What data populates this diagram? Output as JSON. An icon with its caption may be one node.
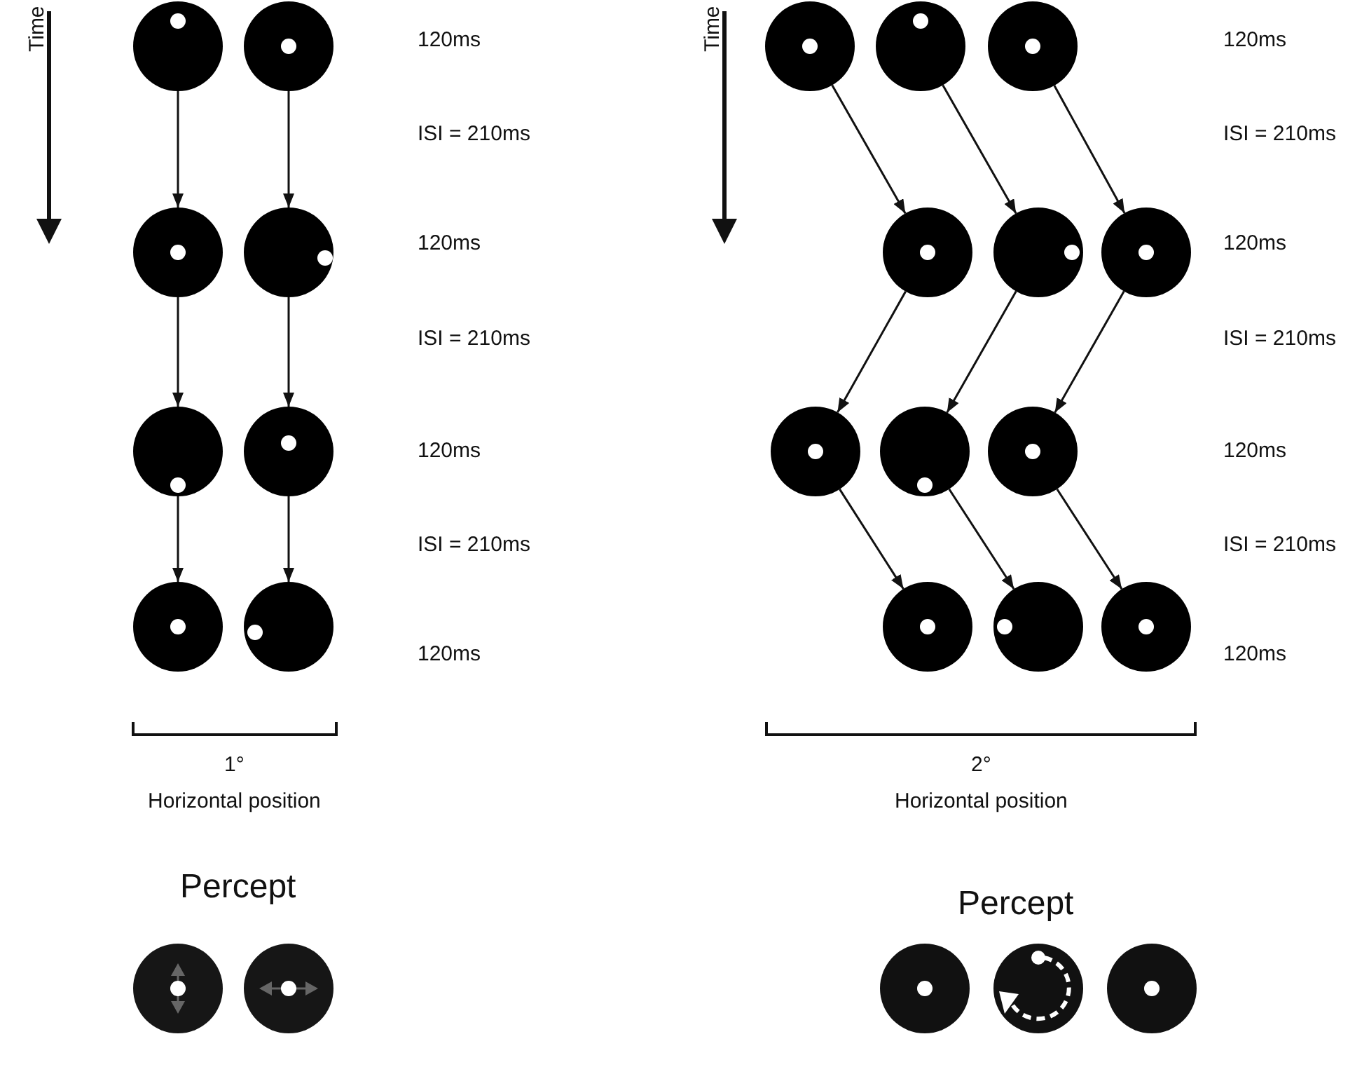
{
  "diagram": {
    "nodes": [
      {
        "text": [],
        "shape": "circle"
      },
      {
        "text": [],
        "shape": "circle"
      },
      {
        "text": [],
        "shape": "circle"
      },
      {
        "text": [],
        "shape": "circle"
      },
      {
        "text": [],
        "shape": "circle"
      },
      {
        "text": [],
        "shape": "circle"
      },
      {
        "text": [],
        "shape": "circle"
      },
      {
        "text": [],
        "shape": "circle"
      },
      {
        "text": [],
        "shape": "circle"
      },
      {
        "text": [],
        "shape": "circle"
      },
      {
        "text": [],
        "shape": "circle"
      },
      {
        "text": [],
        "shape": "circle"
      },
      {
        "text": [],
        "shape": "circle"
      },
      {
        "text": [],
        "shape": "circle"
      },
      {
        "text": [],
        "shape": "circle"
      },
      {
        "text": [],
        "shape": "circle"
      },
      {
        "text": [],
        "shape": "circle"
      },
      {
        "text": [],
        "shape": "circle"
      },
      {
        "text": [],
        "shape": "circle"
      },
      {
        "text": [],
        "shape": "circle"
      },
      {
        "text": [],
        "shape": "circle"
      },
      {
        "text": [],
        "shape": "circle"
      },
      {
        "text": [],
        "shape": "circle"
      },
      {
        "text": [],
        "shape": "circle"
      },
      {
        "text": [],
        "shape": "circle"
      }
    ],
    "edges": [
      {
        "from": 0,
        "to": 2,
        "arrow": "to"
      },
      {
        "from": 1,
        "to": 3,
        "arrow": "to"
      },
      {
        "from": 2,
        "to": 4,
        "arrow": "to"
      },
      {
        "from": 3,
        "to": 5,
        "arrow": "to"
      },
      {
        "from": 4,
        "to": 6,
        "arrow": "to"
      },
      {
        "from": 5,
        "to": 7,
        "arrow": "to"
      },
      {
        "from": 8,
        "to": 11,
        "arrow": "to"
      },
      {
        "from": 9,
        "to": 12,
        "arrow": "to"
      },
      {
        "from": 10,
        "to": 13,
        "arrow": "to"
      },
      {
        "from": 11,
        "to": 14,
        "arrow": "to"
      },
      {
        "from": 12,
        "to": 15,
        "arrow": "to"
      },
      {
        "from": 13,
        "to": 16,
        "arrow": "to"
      },
      {
        "from": 14,
        "to": 17,
        "arrow": "to"
      },
      {
        "from": 15,
        "to": 18,
        "arrow": "to"
      },
      {
        "from": 16,
        "to": 19,
        "arrow": "to"
      }
    ],
    "labels": [
      "Time",
      "120ms",
      "ISI = 210ms",
      "120ms",
      "ISI = 210ms",
      "120ms",
      "ISI = 210ms",
      "120ms",
      "1°",
      "Horizontal position",
      "Percept",
      "Time",
      "120ms",
      "ISI = 210ms",
      "120ms",
      "ISI = 210ms",
      "120ms",
      "ISI = 210ms",
      "120ms",
      "2°",
      "Horizontal position",
      "Percept"
    ]
  }
}
